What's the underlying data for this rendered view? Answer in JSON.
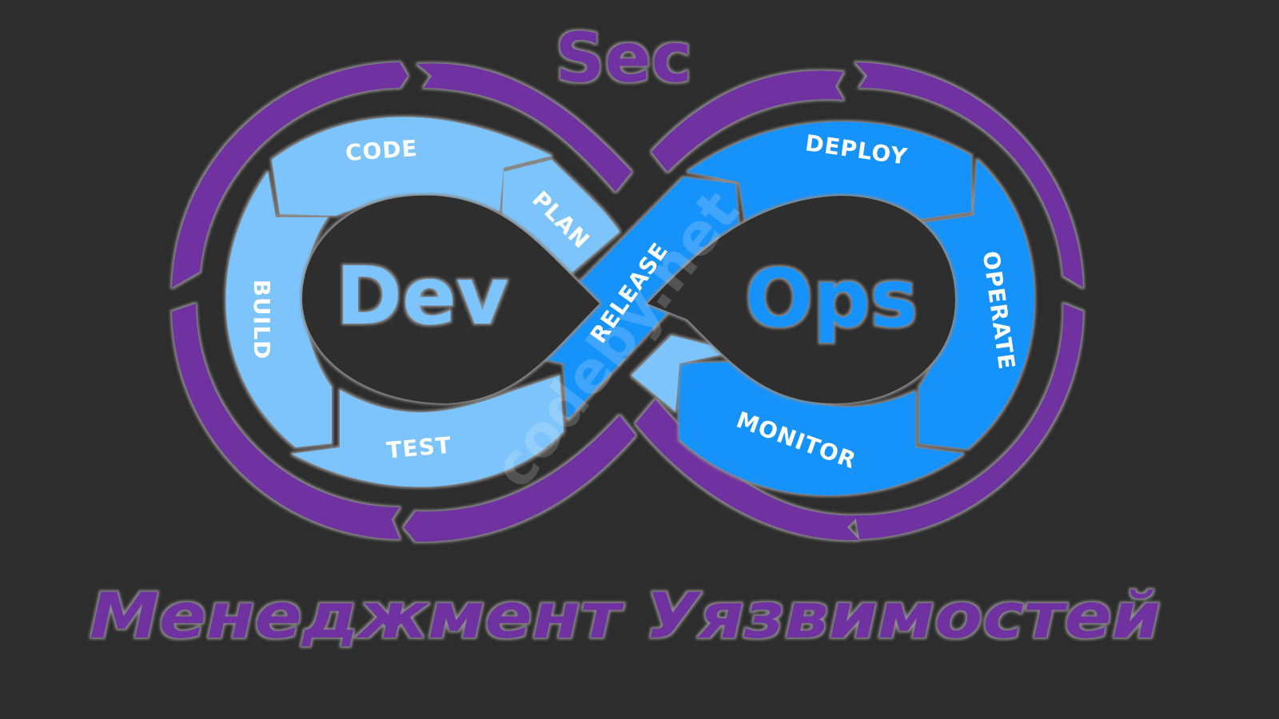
{
  "diagram": {
    "top_label": "Sec",
    "left_center": "Dev",
    "right_center": "Ops",
    "dev_stages": [
      "PLAN",
      "CODE",
      "BUILD",
      "TEST"
    ],
    "bridge_stage": "RELEASE",
    "ops_stages": [
      "DEPLOY",
      "OPERATE",
      "MONITOR"
    ],
    "watermark": "codeby.net",
    "colors": {
      "background": "#2d2d2d",
      "sec_purple": "#7030a0",
      "dev_light_blue": "#7cc4fb",
      "ops_blue": "#1592fb",
      "label": "#ffffff",
      "outline_glow": "#8a8a8a"
    }
  },
  "footer": {
    "title": "Менеджмент Уязвимостей"
  }
}
